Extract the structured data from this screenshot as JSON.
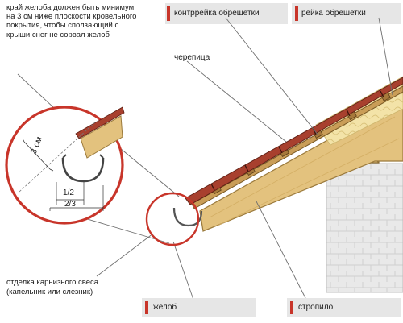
{
  "labels": {
    "gutter_note": "край желоба должен быть минимум на 3 см ниже плоскости кровельного покрытия, чтобы сползающий с крыши снег не сорвал желоб",
    "counter_batten": "контррейка обрешетки",
    "batten": "рейка обрешетки",
    "tile": "черепица",
    "eaves_finish": "отделка карнизного свеса (капельник или слезник)",
    "gutter": "желоб",
    "rafter": "стропило"
  },
  "dimensions": {
    "drop": "3 см",
    "half": "1/2",
    "two_thirds": "2/3"
  },
  "colors": {
    "accent_red": "#c8352a",
    "timber": "#e3c27e",
    "roof_tile": "#a8402e",
    "insulation": "#f3e3a8",
    "wall": "#e7e7e7",
    "background": "#ffffff"
  }
}
